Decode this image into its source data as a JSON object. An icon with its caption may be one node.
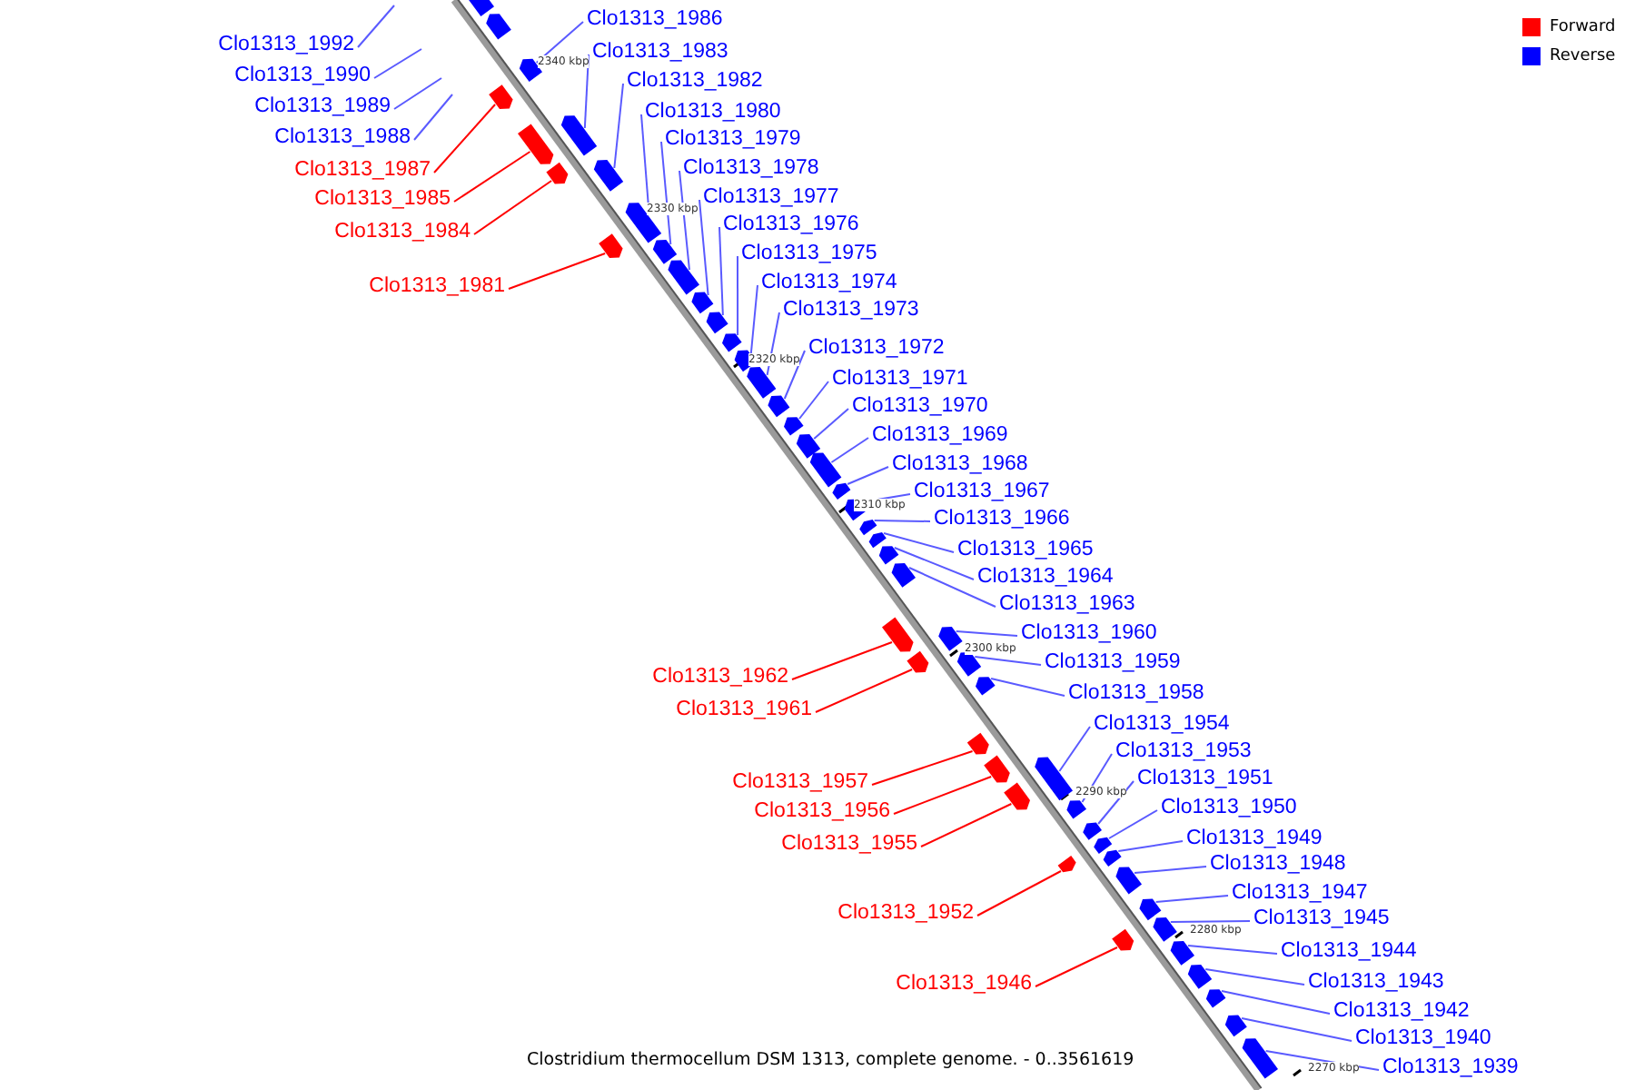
{
  "diagram": {
    "caption": "Clostridium thermocellum DSM 1313, complete genome. - 0..3561619",
    "nodes": [
      {
        "text": [],
        "shape": "box"
      },
      {
        "text": [],
        "shape": "box"
      },
      {
        "text": [
          "Clo1313_1986"
        ]
      },
      {
        "text": [],
        "shape": "box"
      },
      {
        "text": [
          "Clo1313_1992"
        ]
      },
      {
        "text": [
          "Clo1313_1983"
        ]
      },
      {
        "text": [],
        "shape": "box"
      },
      {
        "text": [
          "Clo1313_1990"
        ]
      },
      {
        "text": [
          "Clo1313_1982"
        ]
      },
      {
        "text": [],
        "shape": "box"
      },
      {
        "text": [
          "Clo1313_1989"
        ]
      },
      {
        "text": [
          "Clo1313_1980"
        ]
      },
      {
        "text": [],
        "shape": "box"
      },
      {
        "text": [
          "Clo1313_1988"
        ]
      },
      {
        "text": [
          "Clo1313_1979"
        ]
      },
      {
        "text": [],
        "shape": "box"
      },
      {
        "text": [
          "Clo1313_1978"
        ]
      },
      {
        "text": [],
        "shape": "box"
      },
      {
        "text": [
          "Clo1313_1987"
        ]
      },
      {
        "text": [],
        "shape": "box"
      },
      {
        "text": [
          "Clo1313_1977"
        ]
      },
      {
        "text": [],
        "shape": "box"
      },
      {
        "text": [
          "Clo1313_1985"
        ]
      },
      {
        "text": [],
        "shape": "box"
      },
      {
        "text": [
          "Clo1313_1976"
        ]
      },
      {
        "text": [],
        "shape": "box"
      },
      {
        "text": [
          "Clo1313_1984"
        ]
      },
      {
        "text": [],
        "shape": "box"
      },
      {
        "text": [
          "Clo1313_1975"
        ]
      },
      {
        "text": [],
        "shape": "box"
      },
      {
        "text": [
          "Clo1313_1974"
        ]
      },
      {
        "text": [],
        "shape": "box"
      },
      {
        "text": [
          "Clo1313_1981"
        ]
      },
      {
        "text": [],
        "shape": "box"
      },
      {
        "text": [
          "Clo1313_1973"
        ]
      },
      {
        "text": [],
        "shape": "box"
      },
      {
        "text": [
          "Clo1313_1972"
        ]
      },
      {
        "text": [],
        "shape": "box"
      },
      {
        "text": [
          "Clo1313_1971"
        ]
      },
      {
        "text": [],
        "shape": "box"
      },
      {
        "text": [
          "Clo1313_1970"
        ]
      },
      {
        "text": [],
        "shape": "box"
      },
      {
        "text": [
          "Clo1313_1969"
        ]
      },
      {
        "text": [],
        "shape": "box"
      },
      {
        "text": [
          "Clo1313_1968"
        ]
      },
      {
        "text": [],
        "shape": "box"
      },
      {
        "text": [
          "Clo1313_1967"
        ]
      },
      {
        "text": [],
        "shape": "box"
      },
      {
        "text": [
          "Clo1313_1966"
        ]
      },
      {
        "text": [],
        "shape": "box"
      },
      {
        "text": [
          "Clo1313_1965"
        ]
      },
      {
        "text": [],
        "shape": "box"
      },
      {
        "text": [
          "Clo1313_1964"
        ]
      },
      {
        "text": [],
        "shape": "box"
      },
      {
        "text": [
          "Clo1313_1963"
        ]
      },
      {
        "text": [],
        "shape": "box"
      },
      {
        "text": [
          "Clo1313_1960"
        ]
      },
      {
        "text": [],
        "shape": "box"
      },
      {
        "text": [
          "Clo1313_1959"
        ]
      },
      {
        "text": [],
        "shape": "box"
      },
      {
        "text": [
          "Clo1313_1962"
        ]
      },
      {
        "text": [],
        "shape": "box"
      },
      {
        "text": [
          "Clo1313_1958"
        ]
      },
      {
        "text": [],
        "shape": "box"
      },
      {
        "text": [
          "Clo1313_1961"
        ]
      },
      {
        "text": [],
        "shape": "box"
      },
      {
        "text": [
          "Clo1313_1954"
        ]
      },
      {
        "text": [],
        "shape": "box"
      },
      {
        "text": [
          "Clo1313_1953"
        ]
      },
      {
        "text": [],
        "shape": "box"
      },
      {
        "text": [
          "Clo1313_1951"
        ]
      },
      {
        "text": [],
        "shape": "box"
      },
      {
        "text": [
          "Clo1313_1957"
        ]
      },
      {
        "text": [],
        "shape": "box"
      },
      {
        "text": [
          "Clo1313_1950"
        ]
      },
      {
        "text": [],
        "shape": "box"
      },
      {
        "text": [
          "Clo1313_1956"
        ]
      },
      {
        "text": [],
        "shape": "box"
      },
      {
        "text": [
          "Clo1313_1949"
        ]
      },
      {
        "text": [],
        "shape": "box"
      },
      {
        "text": [
          "Clo1313_1955"
        ]
      },
      {
        "text": [],
        "shape": "box"
      },
      {
        "text": [
          "Clo1313_1948"
        ]
      },
      {
        "text": [],
        "shape": "box"
      },
      {
        "text": [
          "Clo1313_1947"
        ]
      },
      {
        "text": [],
        "shape": "box"
      },
      {
        "text": [
          "Clo1313_1952"
        ]
      },
      {
        "text": [],
        "shape": "box"
      },
      {
        "text": [
          "Clo1313_1945"
        ]
      },
      {
        "text": [],
        "shape": "box"
      },
      {
        "text": [
          "Clo1313_1944"
        ]
      },
      {
        "text": [],
        "shape": "box"
      },
      {
        "text": [
          "Clo1313_1943"
        ]
      },
      {
        "text": [],
        "shape": "box"
      },
      {
        "text": [
          "Clo1313_1946"
        ]
      },
      {
        "text": [],
        "shape": "box"
      },
      {
        "text": [
          "Clo1313_1942"
        ]
      },
      {
        "text": [],
        "shape": "box"
      },
      {
        "text": [
          "Clo1313_1940"
        ]
      },
      {
        "text": [],
        "shape": "box"
      },
      {
        "text": [
          "Clo1313_1939"
        ]
      },
      {
        "text": [],
        "shape": "box"
      }
    ],
    "edges": [
      {
        "from": 2,
        "to": 3,
        "arrow": "none"
      },
      {
        "from": 4,
        "to": null,
        "arrow": "none"
      },
      {
        "from": 5,
        "to": 6,
        "arrow": "none"
      },
      {
        "from": 7,
        "to": null,
        "arrow": "none"
      },
      {
        "from": 8,
        "to": 9,
        "arrow": "none"
      },
      {
        "from": 10,
        "to": null,
        "arrow": "none"
      },
      {
        "from": 11,
        "to": 12,
        "arrow": "none"
      },
      {
        "from": 13,
        "to": null,
        "arrow": "none"
      },
      {
        "from": 14,
        "to": 15,
        "arrow": "none"
      },
      {
        "from": 16,
        "to": 17,
        "arrow": "none"
      },
      {
        "from": 18,
        "to": 19,
        "arrow": "none",
        "color": "#ff0000"
      },
      {
        "from": 20,
        "to": 21,
        "arrow": "none"
      },
      {
        "from": 22,
        "to": 23,
        "arrow": "none",
        "color": "#ff0000"
      },
      {
        "from": 24,
        "to": 25,
        "arrow": "none"
      },
      {
        "from": 26,
        "to": 27,
        "arrow": "none",
        "color": "#ff0000"
      },
      {
        "from": 28,
        "to": 29,
        "arrow": "none"
      },
      {
        "from": 30,
        "to": 31,
        "arrow": "none"
      },
      {
        "from": 32,
        "to": 33,
        "arrow": "none",
        "color": "#ff0000"
      },
      {
        "from": 34,
        "to": 35,
        "arrow": "none"
      },
      {
        "from": 36,
        "to": 37,
        "arrow": "none"
      },
      {
        "from": 38,
        "to": 39,
        "arrow": "none"
      },
      {
        "from": 40,
        "to": 41,
        "arrow": "none"
      },
      {
        "from": 42,
        "to": 43,
        "arrow": "none"
      },
      {
        "from": 44,
        "to": 45,
        "arrow": "none"
      },
      {
        "from": 46,
        "to": 47,
        "arrow": "none"
      },
      {
        "from": 48,
        "to": 49,
        "arrow": "none"
      },
      {
        "from": 50,
        "to": 51,
        "arrow": "none"
      },
      {
        "from": 52,
        "to": 53,
        "arrow": "none"
      },
      {
        "from": 54,
        "to": 55,
        "arrow": "none"
      },
      {
        "from": 56,
        "to": 57,
        "arrow": "none"
      },
      {
        "from": 58,
        "to": 59,
        "arrow": "none"
      },
      {
        "from": 60,
        "to": 61,
        "arrow": "none",
        "color": "#ff0000"
      },
      {
        "from": 62,
        "to": 63,
        "arrow": "none"
      },
      {
        "from": 64,
        "to": 65,
        "arrow": "none",
        "color": "#ff0000"
      },
      {
        "from": 66,
        "to": 67,
        "arrow": "none"
      },
      {
        "from": 68,
        "to": 69,
        "arrow": "none"
      },
      {
        "from": 70,
        "to": 71,
        "arrow": "none"
      },
      {
        "from": 72,
        "to": 73,
        "arrow": "none",
        "color": "#ff0000"
      },
      {
        "from": 74,
        "to": 75,
        "arrow": "none"
      },
      {
        "from": 76,
        "to": 77,
        "arrow": "none",
        "color": "#ff0000"
      },
      {
        "from": 78,
        "to": 79,
        "arrow": "none"
      },
      {
        "from": 80,
        "to": 81,
        "arrow": "none",
        "color": "#ff0000"
      },
      {
        "from": 82,
        "to": 83,
        "arrow": "none"
      },
      {
        "from": 84,
        "to": 85,
        "arrow": "none"
      },
      {
        "from": 86,
        "to": 87,
        "arrow": "none",
        "color": "#ff0000"
      },
      {
        "from": 88,
        "to": 89,
        "arrow": "none"
      },
      {
        "from": 90,
        "to": 91,
        "arrow": "none"
      },
      {
        "from": 92,
        "to": 93,
        "arrow": "none"
      },
      {
        "from": 94,
        "to": 95,
        "arrow": "none",
        "color": "#ff0000"
      },
      {
        "from": 96,
        "to": 97,
        "arrow": "none"
      },
      {
        "from": 98,
        "to": 99,
        "arrow": "none"
      },
      {
        "from": 100,
        "to": 101,
        "arrow": "none"
      }
    ],
    "labels": [
      "2340 kbp",
      "2330 kbp",
      "2320 kbp",
      "2310 kbp",
      "2300 kbp",
      "2290 kbp",
      "2280 kbp",
      "2270 kbp"
    ],
    "legend": [
      {
        "text": "Forward",
        "color": "#ff0000"
      },
      {
        "text": "Reverse",
        "color": "#0000ff"
      }
    ]
  }
}
